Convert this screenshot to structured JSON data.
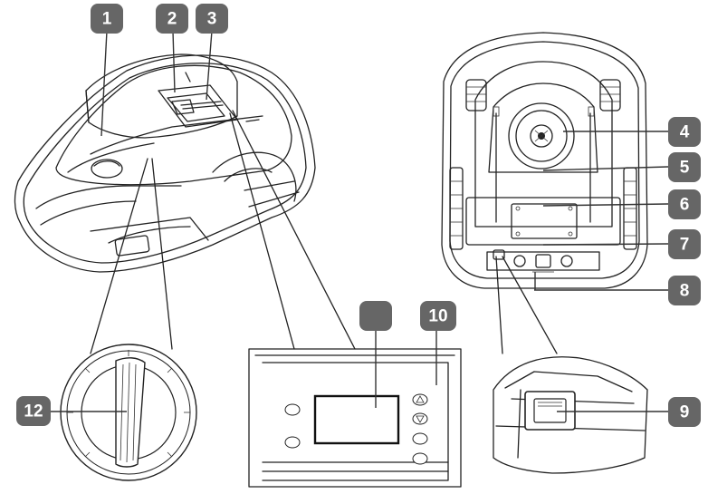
{
  "diagram": {
    "callouts": [
      "1",
      "2",
      "3",
      "4",
      "5",
      "6",
      "7",
      "8",
      "9",
      "10",
      "",
      "12"
    ],
    "panel_buttons_left": [
      "",
      ""
    ],
    "panel_buttons_right": [
      "",
      "",
      "",
      ""
    ],
    "dial_label": "",
    "colors": {
      "badge": "#666666",
      "line": "#222222",
      "background": "#ffffff"
    },
    "icons": [
      "mower-top-view-illustration",
      "mower-underside-illustration",
      "control-panel-illustration",
      "height-adjust-dial-illustration",
      "stop-button-illustration"
    ]
  }
}
